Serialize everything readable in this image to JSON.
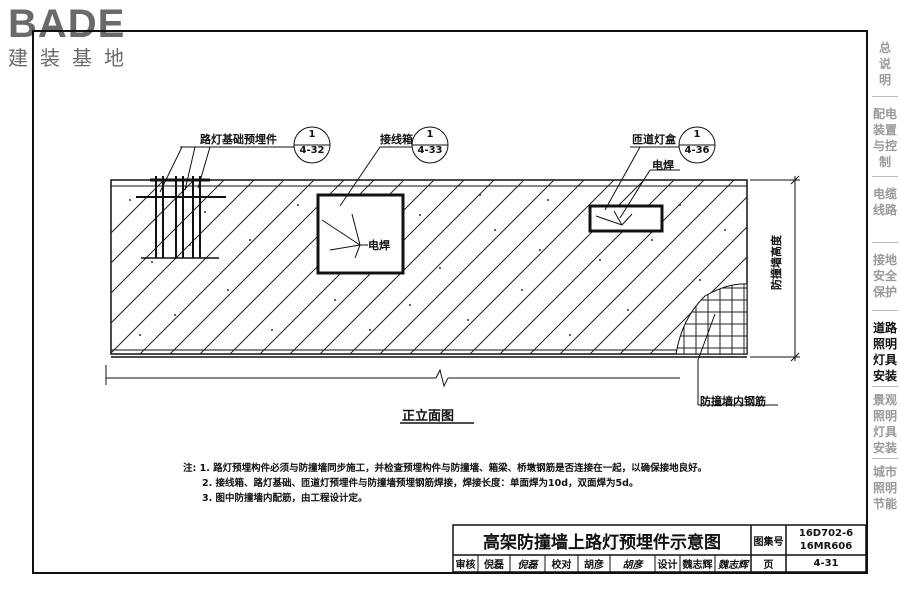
{
  "logo": {
    "brand": "BADE",
    "brand_cn": "建装基地"
  },
  "sidebar": {
    "tabs": [
      {
        "label": "总\n说\n明",
        "active": false
      },
      {
        "label": "配电\n装置\n与控\n制",
        "active": false
      },
      {
        "label": "电缆\n线路",
        "active": false
      },
      {
        "label": "接地\n安全\n保护",
        "active": false
      },
      {
        "label": "道路\n照明\n灯具\n安装",
        "active": true
      },
      {
        "label": "景观\n照明\n灯具\n安装",
        "active": false
      },
      {
        "label": "城市\n照明\n节能",
        "active": false
      }
    ]
  },
  "drawing": {
    "label_foundation": "路灯基础预埋件",
    "label_junction_box": "接线箱",
    "label_lamp_box": "匝道灯盒",
    "label_weld1": "电焊",
    "label_weld2": "电焊",
    "label_height": "防撞墙高度",
    "label_rebar": "防撞墙内钢筋",
    "view_title": "正立面图",
    "callouts": [
      {
        "num": "1",
        "ref": "4-32"
      },
      {
        "num": "1",
        "ref": "4-33"
      },
      {
        "num": "1",
        "ref": "4-36"
      }
    ]
  },
  "notes": {
    "prefix": "注:",
    "items": [
      "1. 路灯预埋构件必须与防撞墙同步施工，并检查预埋构件与防撞墙、箱梁、桥墩钢筋是否连接在一起，以确保接地良好。",
      "2. 接线箱、路灯基础、匝道灯预埋件与防撞墙预埋钢筋焊接，焊接长度：单面焊为10d，双面焊为5d。",
      "3. 图中防撞墙内配筋，由工程设计定。"
    ]
  },
  "title_block": {
    "title": "高架防撞墙上路灯预埋件示意图",
    "atlas_label": "图集号",
    "atlas_no_1": "16D702-6",
    "atlas_no_2": "16MR606",
    "review_label": "审核",
    "reviewer": "倪磊",
    "reviewer_sign": "倪磊",
    "check_label": "校对",
    "checker": "胡彦",
    "checker_sign": "胡彦",
    "design_label": "设计",
    "designer": "魏志辉",
    "designer_sign": "魏志辉",
    "page_label": "页",
    "page_no": "4-31"
  }
}
